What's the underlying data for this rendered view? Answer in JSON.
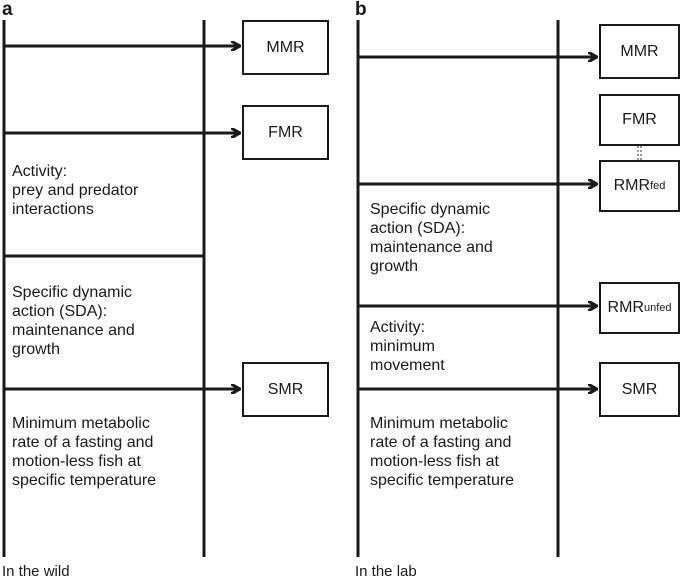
{
  "panel_a": {
    "label": "a",
    "footer": "In the wild",
    "boxes": {
      "mmr": "MMR",
      "fmr": "FMR",
      "smr": "SMR"
    },
    "texts": {
      "activity": "Activity:\nprey and predator\ninteractions",
      "sda": "Specific dynamic\naction (SDA):\nmaintenance and\ngrowth",
      "minimum": "Minimum metabolic\nrate of a fasting and\nmotion-less fish at\nspecific temperature"
    }
  },
  "panel_b": {
    "label": "b",
    "footer": "In the lab",
    "boxes": {
      "mmr": "MMR",
      "fmr": "FMR",
      "rmr_fed_main": "RMR",
      "rmr_fed_sub": "fed",
      "rmr_unfed_main": "RMR",
      "rmr_unfed_sub": "unfed",
      "smr": "SMR"
    },
    "texts": {
      "sda": "Specific dynamic\naction (SDA):\nmaintenance and\ngrowth",
      "activity": "Activity:\nminimum\nmovement",
      "minimum": "Minimum metabolic\nrate of a fasting and\nmotion-less fish at\nspecific temperature"
    }
  }
}
